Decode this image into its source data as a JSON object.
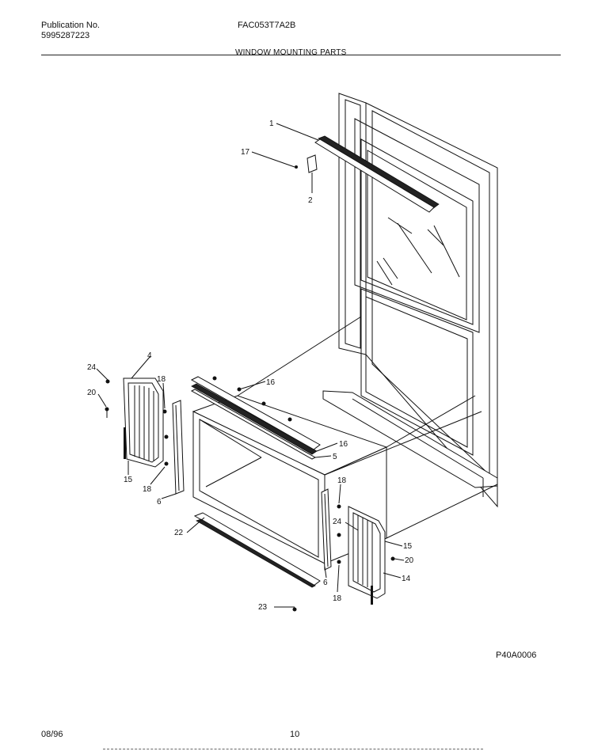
{
  "header": {
    "publication_label": "Publication No.",
    "publication_number": "5995287223",
    "model_number": "FAC053T7A2B",
    "section_title": "WINDOW MOUNTING PARTS"
  },
  "figure": {
    "code": "P40A0006",
    "callouts": {
      "c1": "1",
      "c17": "17",
      "c2": "2",
      "c4": "4",
      "c24a": "24",
      "c20a": "20",
      "c18a": "18",
      "c15a": "15",
      "c18b": "18",
      "c6a": "6",
      "c16a": "16",
      "c16b": "16",
      "c5": "5",
      "c22": "22",
      "c23": "23",
      "c18c": "18",
      "c24b": "24",
      "c6b": "6",
      "c18d": "18",
      "c15b": "15",
      "c20b": "20",
      "c14": "14"
    }
  },
  "footer": {
    "date": "08/96",
    "page": "10"
  }
}
